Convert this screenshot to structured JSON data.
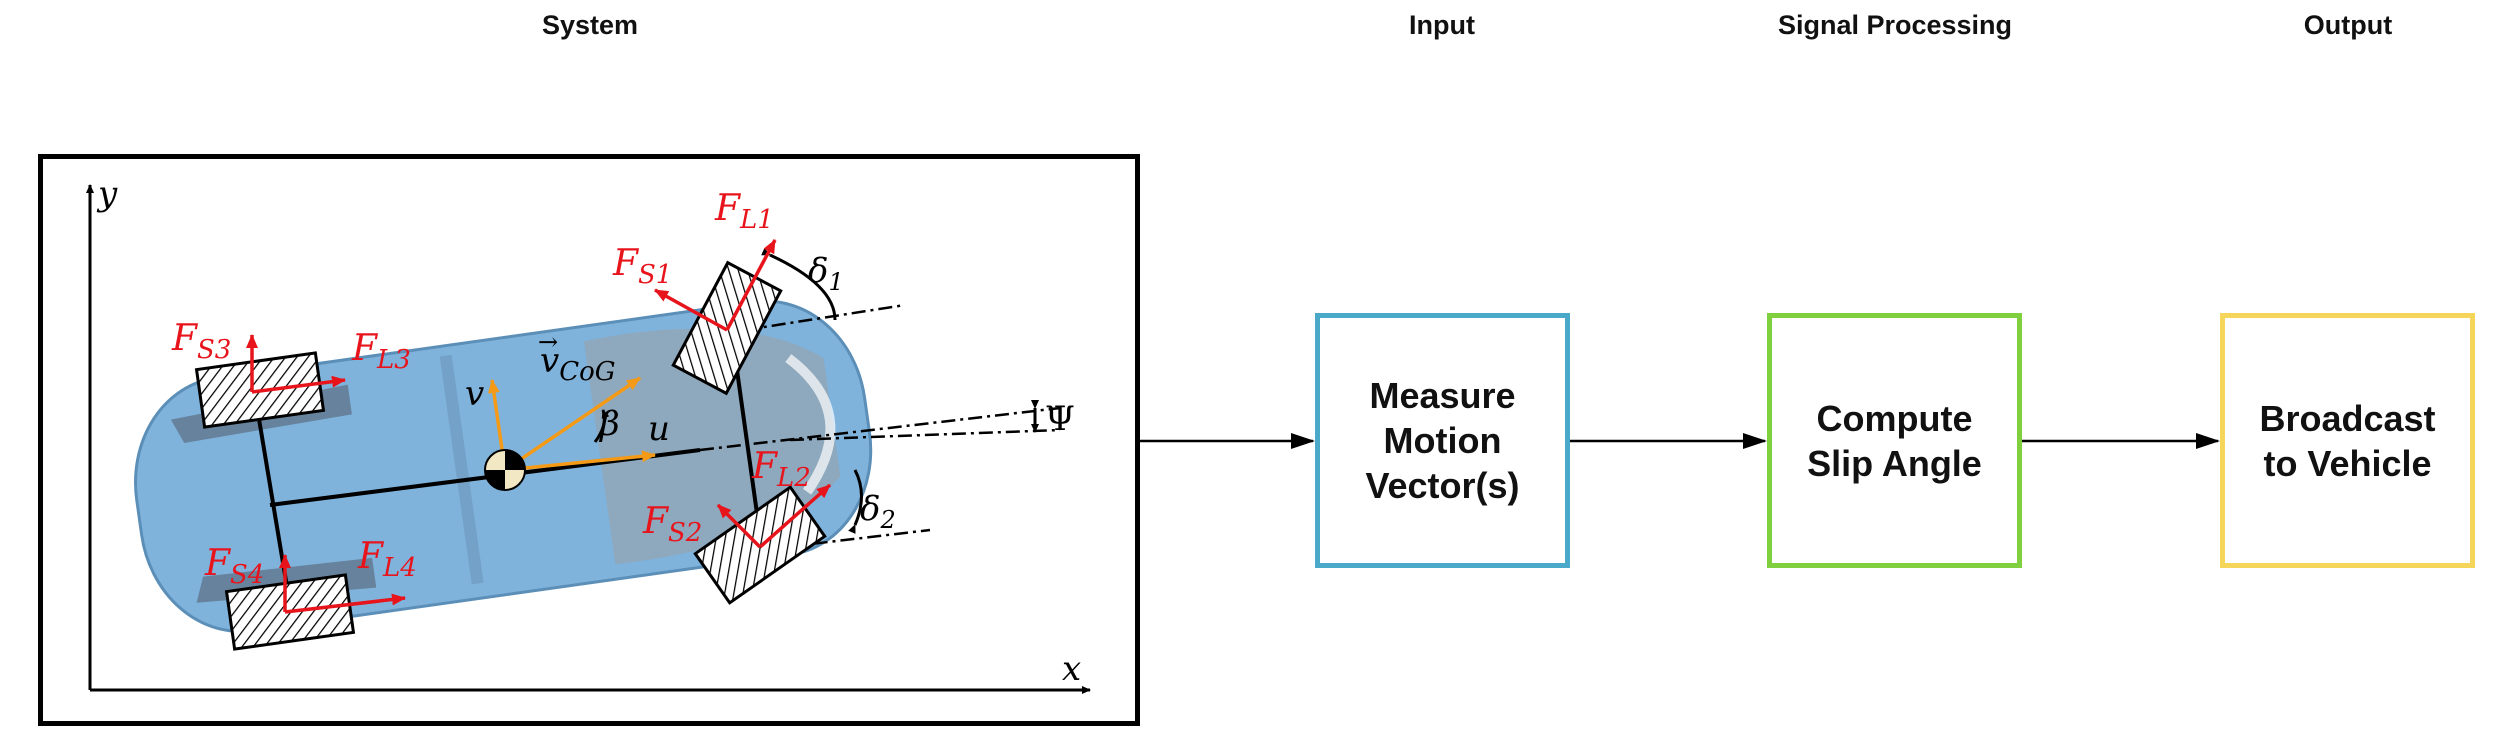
{
  "headers": {
    "system": "System",
    "input": "Input",
    "processing": "Signal Processing",
    "output": "Output"
  },
  "blocks": {
    "measure": {
      "label": "Measure\nMotion\nVector(s)",
      "color": "#4aa9c8"
    },
    "compute": {
      "label": "Compute\nSlip Angle",
      "color": "#7fcf3f"
    },
    "broadcast": {
      "label": "Broadcast\nto Vehicle",
      "color": "#f5d55a"
    }
  },
  "vehicle_figure": {
    "axis_x": "x",
    "axis_y": "y",
    "forces": {
      "fl1": "F",
      "fl1_sub": "L1",
      "fs1": "F",
      "fs1_sub": "S1",
      "fs3": "F",
      "fs3_sub": "S3",
      "fl3": "F",
      "fl3_sub": "L3",
      "fl2": "F",
      "fl2_sub": "L2",
      "fs2": "F",
      "fs2_sub": "S2",
      "fs4": "F",
      "fs4_sub": "S4",
      "fl4": "F",
      "fl4_sub": "L4"
    },
    "angles": {
      "delta1": "δ",
      "delta1_sub": "1",
      "delta2": "δ",
      "delta2_sub": "2",
      "psi": "Ψ",
      "beta": "β"
    },
    "velocities": {
      "v": "v",
      "u": "u",
      "vcog": "v",
      "vcog_sub": "CoG",
      "vcog_arrow": "→"
    },
    "colors": {
      "force": "#e8141c",
      "velocity": "#f59a16",
      "car": "#7fb3dc"
    }
  }
}
